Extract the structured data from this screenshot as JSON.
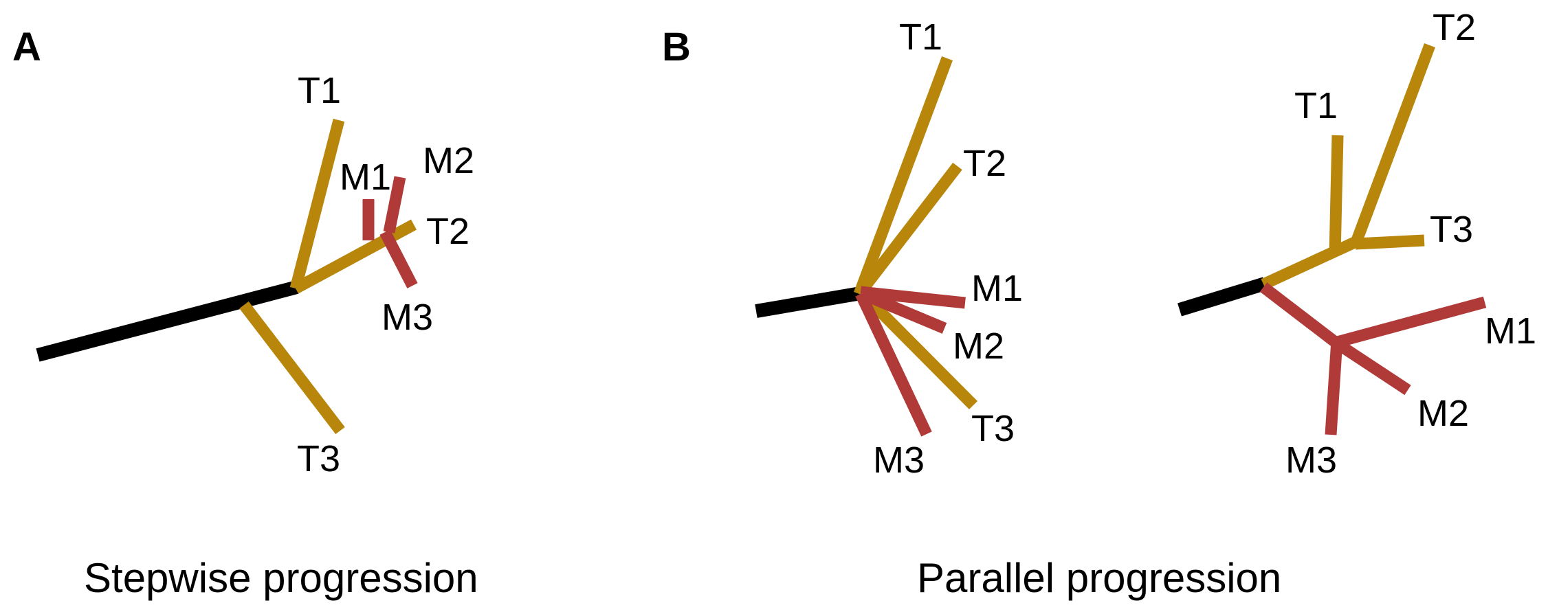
{
  "colors": {
    "trunk": "#000000",
    "tumor": "#b8860b",
    "metastasis": "#b03a38"
  },
  "panel_a": {
    "letter": "A",
    "caption": "Stepwise progression",
    "labels": {
      "t1": "T1",
      "t2": "T2",
      "t3": "T3",
      "m1": "M1",
      "m2": "M2",
      "m3": "M3"
    }
  },
  "panel_b1": {
    "letter": "B",
    "labels": {
      "t1": "T1",
      "t2": "T2",
      "t3": "T3",
      "m1": "M1",
      "m2": "M2",
      "m3": "M3"
    }
  },
  "panel_b2": {
    "caption": "Parallel progression",
    "labels": {
      "t1": "T1",
      "t2": "T2",
      "t3": "T3",
      "m1": "M1",
      "m2": "M2",
      "m3": "M3"
    }
  }
}
